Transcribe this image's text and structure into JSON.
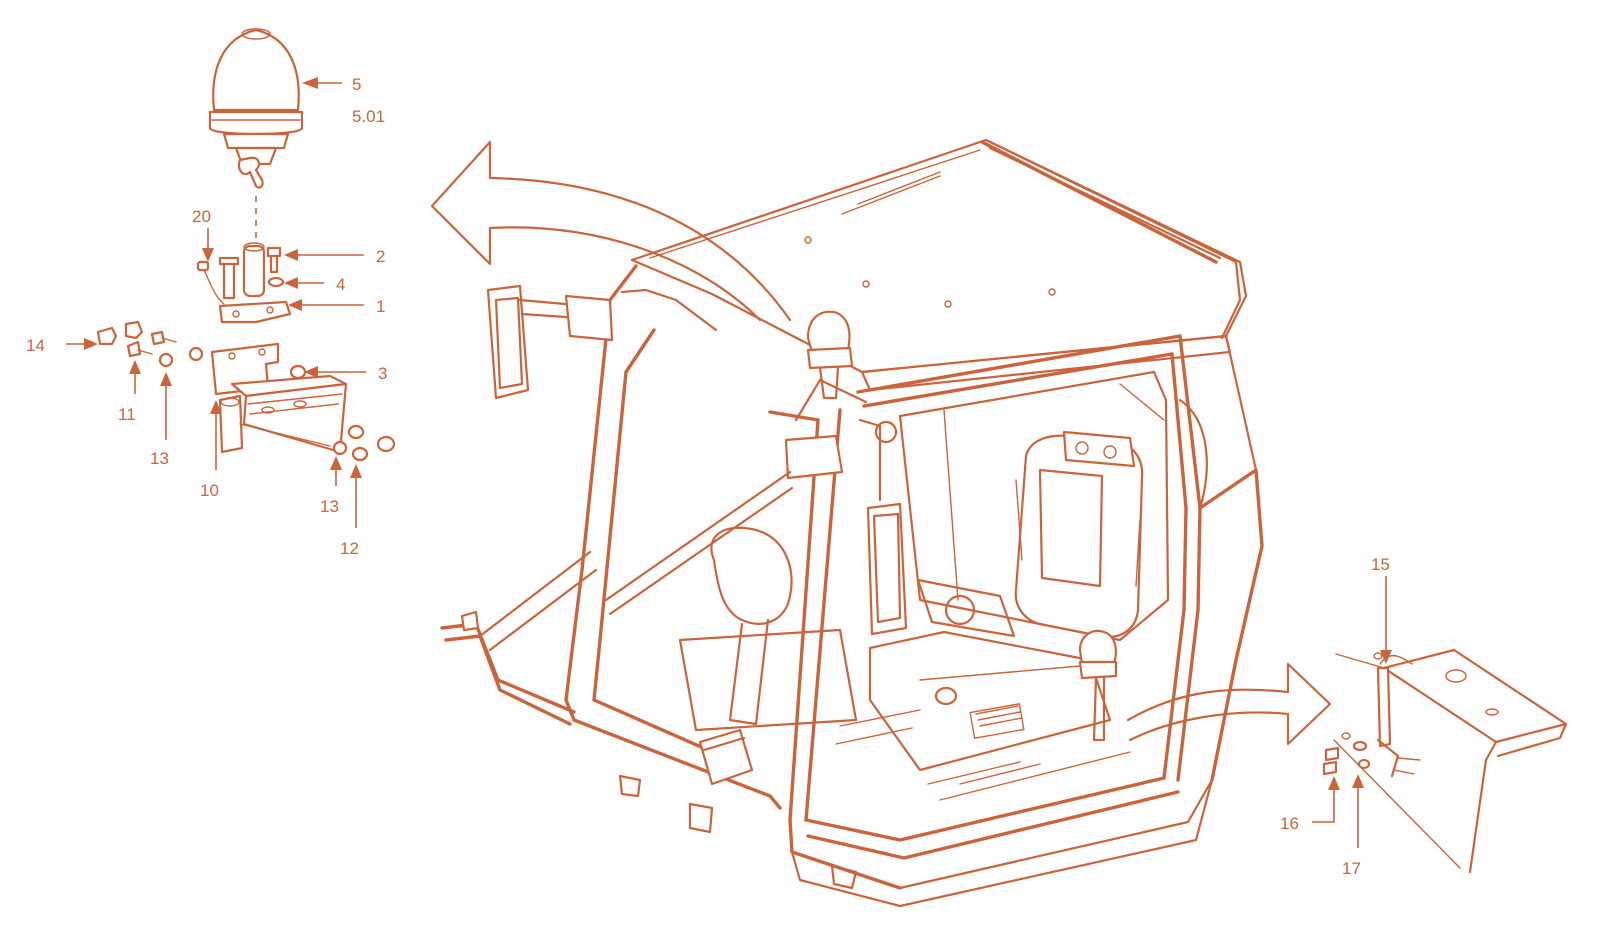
{
  "colors": {
    "line": "#c9643c",
    "background": "#ffffff"
  },
  "callouts": {
    "c5": "5",
    "c501": "5.01",
    "c20": "20",
    "c2": "2",
    "c4": "4",
    "c1": "1",
    "c14": "14",
    "c3": "3",
    "c11": "11",
    "c13a": "13",
    "c10": "10",
    "c13b": "13",
    "c12": "12",
    "c15": "15",
    "c16": "16",
    "c17": "17"
  }
}
